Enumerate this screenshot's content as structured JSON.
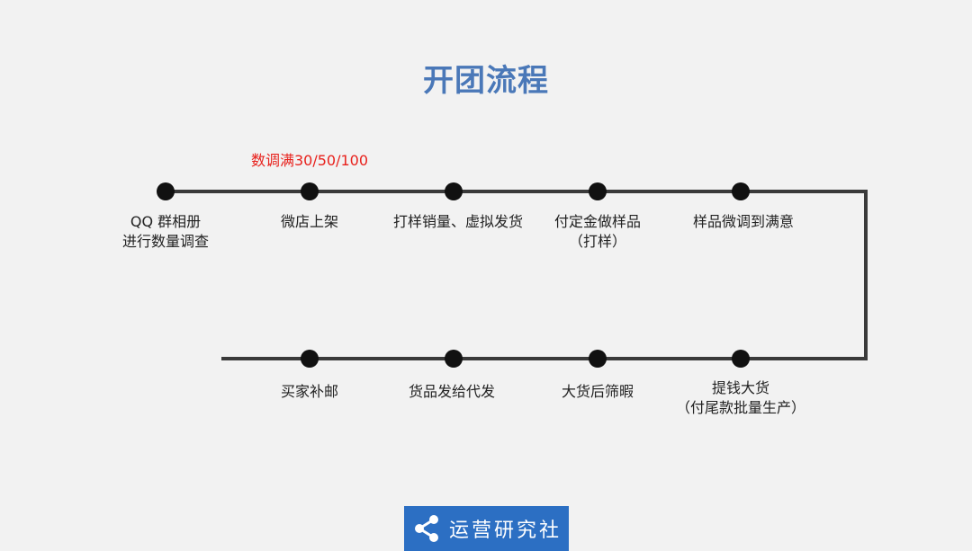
{
  "title": "开团流程",
  "note": "数调满30/50/100",
  "steps_top": [
    {
      "lines": [
        "QQ 群相册",
        "进行数量调查"
      ]
    },
    {
      "lines": [
        "微店上架"
      ]
    },
    {
      "lines": [
        "打样销量、虚拟发货"
      ]
    },
    {
      "lines": [
        "付定金做样品",
        "（打样）"
      ]
    },
    {
      "lines": [
        "样品微调到满意"
      ]
    }
  ],
  "steps_bottom": [
    {
      "lines": [
        "买家补邮"
      ]
    },
    {
      "lines": [
        "货品发给代发"
      ]
    },
    {
      "lines": [
        "大货后筛暇"
      ]
    },
    {
      "lines": [
        "提钱大货",
        "（付尾款批量生产）"
      ]
    }
  ],
  "logo": {
    "text": "运营研究社",
    "icon": "share-icon"
  },
  "colors": {
    "title": "#4a78b8",
    "note": "#e8211c",
    "line": "#3a3a3a",
    "node": "#111111",
    "logo_bg": "#2c6fc3"
  }
}
